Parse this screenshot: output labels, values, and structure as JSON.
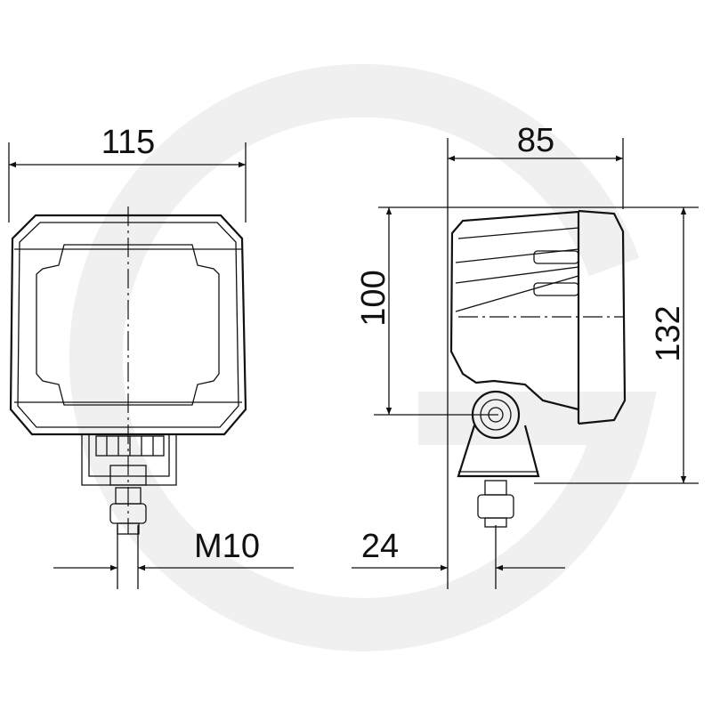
{
  "drawing": {
    "dimensions": {
      "front_width": "115",
      "side_depth": "85",
      "lens_height": "100",
      "total_height": "132",
      "thread": "M10",
      "mount_offset": "24"
    },
    "watermark_color": "#efefef",
    "line_color": "#111111"
  }
}
